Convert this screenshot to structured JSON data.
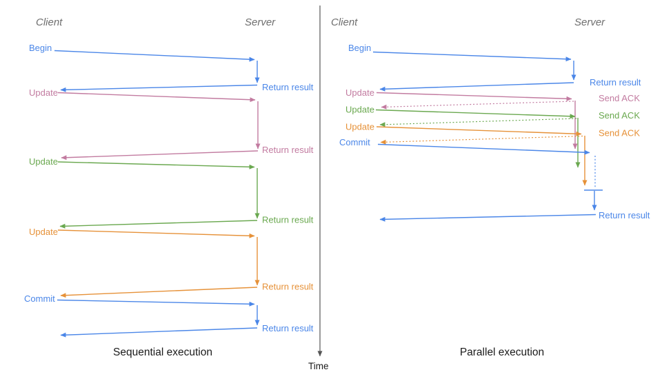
{
  "colors": {
    "blue": "#4a86e8",
    "pink": "#c27ba0",
    "green": "#6aa84f",
    "orange": "#e69138",
    "axis": "#555555",
    "header": "#6e6e6e",
    "text": "#1a1a1a"
  },
  "time_axis": {
    "label": "Time"
  },
  "left": {
    "caption": "Sequential execution",
    "client": "Client",
    "server": "Server",
    "messages": [
      {
        "label": "Begin",
        "color": "blue",
        "response": "Return result"
      },
      {
        "label": "Update",
        "color": "pink",
        "response": "Return result"
      },
      {
        "label": "Update",
        "color": "green",
        "response": "Return result"
      },
      {
        "label": "Update",
        "color": "orange",
        "response": "Return result"
      },
      {
        "label": "Commit",
        "color": "blue",
        "response": "Return result"
      }
    ]
  },
  "right": {
    "caption": "Parallel execution",
    "client": "Client",
    "server": "Server",
    "messages": [
      {
        "label": "Begin",
        "color": "blue",
        "response": "Return result"
      },
      {
        "label": "Update",
        "color": "pink",
        "response": "Send ACK"
      },
      {
        "label": "Update",
        "color": "green",
        "response": "Send ACK"
      },
      {
        "label": "Update",
        "color": "orange",
        "response": "Send ACK"
      },
      {
        "label": "Commit",
        "color": "blue",
        "response": "Return result"
      }
    ]
  }
}
